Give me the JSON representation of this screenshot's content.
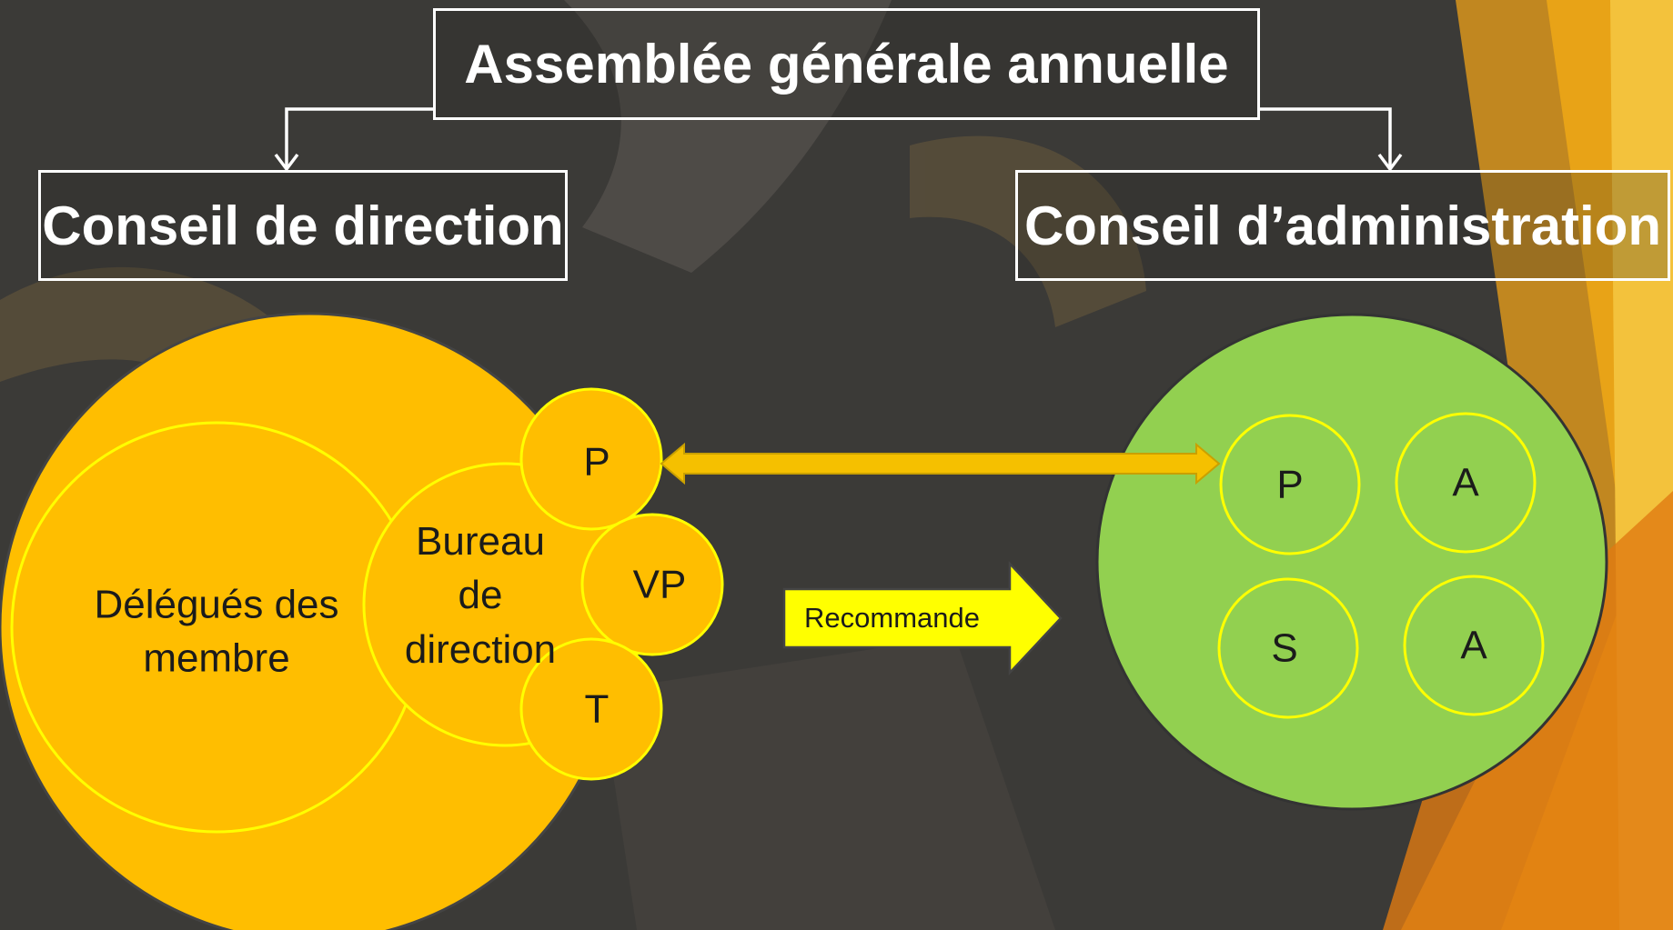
{
  "title": "Assemblée générale annuelle",
  "left_board": {
    "title": "Conseil de direction",
    "delegates": "Délégués des membre",
    "bureau": "Bureau de direction",
    "officers": [
      "P",
      "VP",
      "T"
    ]
  },
  "right_board": {
    "title": "Conseil d’administration",
    "members": [
      "P",
      "A",
      "S",
      "A"
    ]
  },
  "arrow_label": "Recommande",
  "colors": {
    "orange_fill": "#ffbe00",
    "yellow_outline": "#ffff00",
    "green_fill": "#92d050",
    "background": "#3b3a37",
    "accent_orange": "#e8a317",
    "arrow_fill": "#ffff00",
    "double_arrow": "#f5c000"
  }
}
